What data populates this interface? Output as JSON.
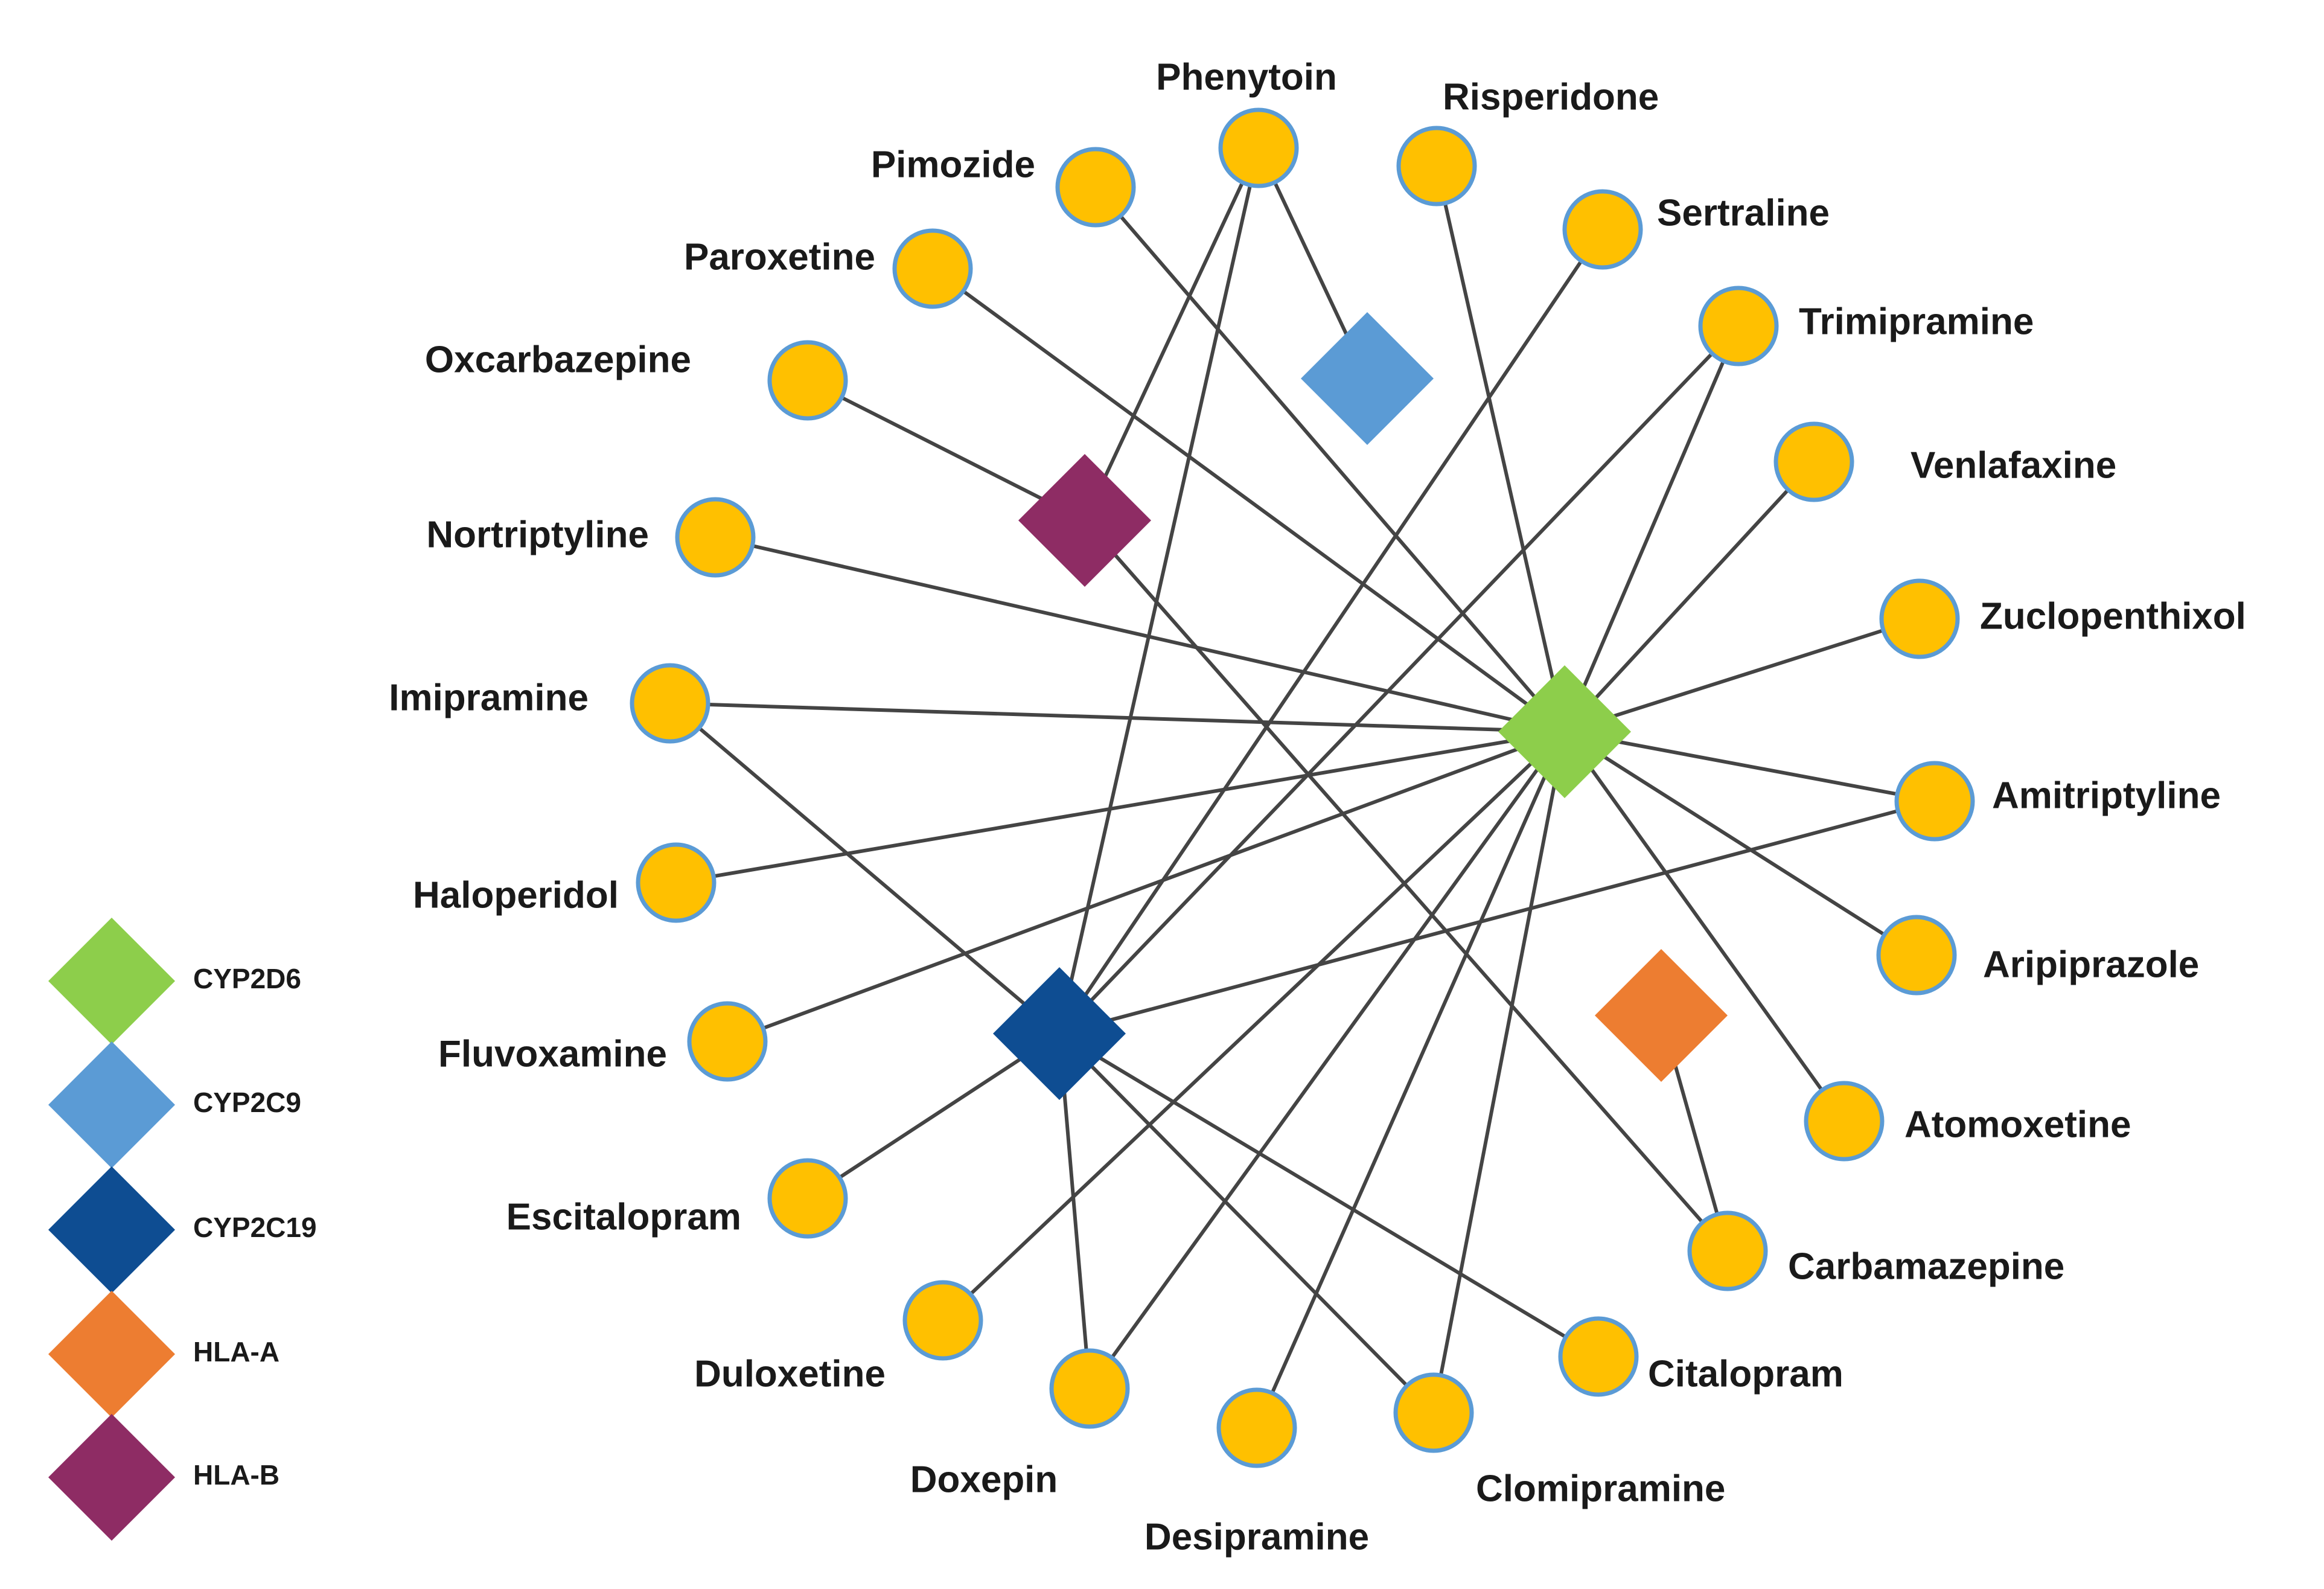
{
  "genes": [
    {
      "id": "CYP2D6",
      "label": "CYP2D6",
      "color": "#8DCE4B"
    },
    {
      "id": "CYP2C9",
      "label": "CYP2C9",
      "color": "#5B9BD5"
    },
    {
      "id": "CYP2C19",
      "label": "CYP2C19",
      "color": "#0E4D92"
    },
    {
      "id": "HLA-A",
      "label": "HLA-A",
      "color": "#ED7D31"
    },
    {
      "id": "HLA-B",
      "label": "HLA-B",
      "color": "#8E2C64"
    }
  ],
  "drugs": [
    {
      "label": "Phenytoin"
    },
    {
      "label": "Risperidone"
    },
    {
      "label": "Pimozide"
    },
    {
      "label": "Sertraline"
    },
    {
      "label": "Paroxetine"
    },
    {
      "label": "Trimipramine"
    },
    {
      "label": "Oxcarbazepine"
    },
    {
      "label": "Venlafaxine"
    },
    {
      "label": "Nortriptyline"
    },
    {
      "label": "Zuclopenthixol"
    },
    {
      "label": "Imipramine"
    },
    {
      "label": "Amitriptyline"
    },
    {
      "label": "Haloperidol"
    },
    {
      "label": "Aripiprazole"
    },
    {
      "label": "Fluvoxamine"
    },
    {
      "label": "Atomoxetine"
    },
    {
      "label": "Escitalopram"
    },
    {
      "label": "Carbamazepine"
    },
    {
      "label": "Duloxetine"
    },
    {
      "label": "Citalopram"
    },
    {
      "label": "Doxepin"
    },
    {
      "label": "Clomipramine"
    },
    {
      "label": "Desipramine"
    }
  ],
  "edges": [
    [
      "Phenytoin",
      "CYP2C9"
    ],
    [
      "Phenytoin",
      "CYP2C19"
    ],
    [
      "Phenytoin",
      "HLA-B"
    ],
    [
      "Risperidone",
      "CYP2D6"
    ],
    [
      "Pimozide",
      "CYP2D6"
    ],
    [
      "Sertraline",
      "CYP2C19"
    ],
    [
      "Paroxetine",
      "CYP2D6"
    ],
    [
      "Trimipramine",
      "CYP2D6"
    ],
    [
      "Trimipramine",
      "CYP2C19"
    ],
    [
      "Oxcarbazepine",
      "HLA-B"
    ],
    [
      "Venlafaxine",
      "CYP2D6"
    ],
    [
      "Nortriptyline",
      "CYP2D6"
    ],
    [
      "Zuclopenthixol",
      "CYP2D6"
    ],
    [
      "Imipramine",
      "CYP2D6"
    ],
    [
      "Imipramine",
      "CYP2C19"
    ],
    [
      "Amitriptyline",
      "CYP2D6"
    ],
    [
      "Amitriptyline",
      "CYP2C19"
    ],
    [
      "Haloperidol",
      "CYP2D6"
    ],
    [
      "Aripiprazole",
      "CYP2D6"
    ],
    [
      "Fluvoxamine",
      "CYP2D6"
    ],
    [
      "Atomoxetine",
      "CYP2D6"
    ],
    [
      "Escitalopram",
      "CYP2C19"
    ],
    [
      "Carbamazepine",
      "HLA-A"
    ],
    [
      "Carbamazepine",
      "HLA-B"
    ],
    [
      "Duloxetine",
      "CYP2D6"
    ],
    [
      "Citalopram",
      "CYP2C19"
    ],
    [
      "Doxepin",
      "CYP2D6"
    ],
    [
      "Doxepin",
      "CYP2C19"
    ],
    [
      "Clomipramine",
      "CYP2D6"
    ],
    [
      "Clomipramine",
      "CYP2C19"
    ],
    [
      "Desipramine",
      "CYP2D6"
    ]
  ],
  "legend": [
    "CYP2D6",
    "CYP2C9",
    "CYP2C19",
    "HLA-A",
    "HLA-B"
  ],
  "style": {
    "drug_fill": "#FFC000",
    "drug_stroke": "#5B9BD5",
    "edge_color": "#444444"
  }
}
